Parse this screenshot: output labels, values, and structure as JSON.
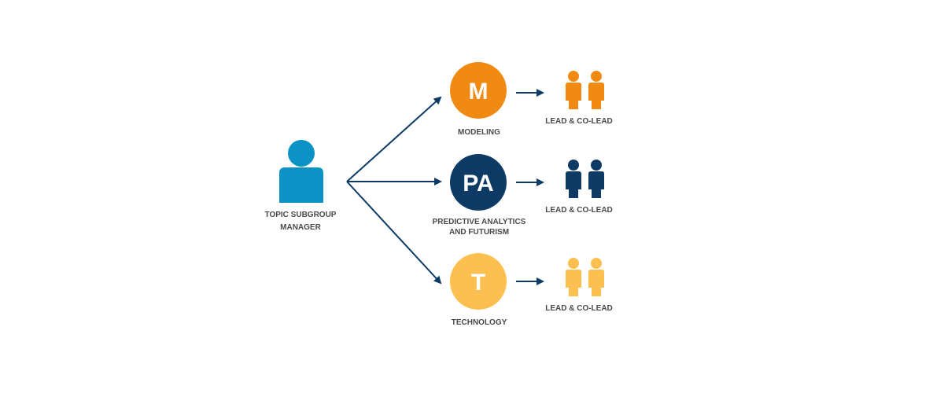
{
  "colors": {
    "manager": "#0a93c4",
    "arrow": "#0d3b66",
    "modeling": "#f08a12",
    "predictive": "#0d3b66",
    "technology": "#fdbf4f",
    "text": "#4a4a4a"
  },
  "manager": {
    "icon": "person-icon",
    "label_line1": "TOPIC SUBGROUP",
    "label_line2": "MANAGER"
  },
  "groups": [
    {
      "initials": "M",
      "label_line1": "MODELING",
      "label_line2": "",
      "leads_icon": "two-people-icon",
      "leads_label": "LEAD & CO-LEAD"
    },
    {
      "initials": "PA",
      "label_line1": "PREDICTIVE ANALYTICS",
      "label_line2": "AND FUTURISM",
      "leads_icon": "two-people-icon",
      "leads_label": "LEAD & CO-LEAD"
    },
    {
      "initials": "T",
      "label_line1": "TECHNOLOGY",
      "label_line2": "",
      "leads_icon": "two-people-icon",
      "leads_label": "LEAD & CO-LEAD"
    }
  ]
}
